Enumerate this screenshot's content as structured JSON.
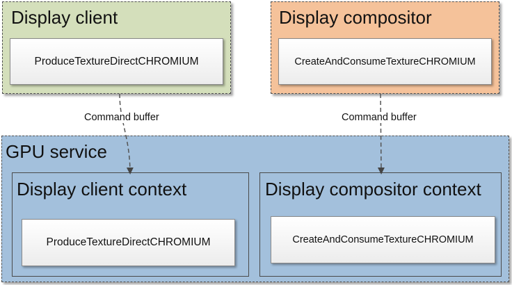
{
  "display_client": {
    "title": "Display client",
    "function": "ProduceTextureDirectCHROMIUM",
    "color": "#d4dfbb"
  },
  "display_compositor": {
    "title": "Display compositor",
    "function": "CreateAndConsumeTextureCHROMIUM",
    "color": "#f5c29a"
  },
  "gpu_service": {
    "title": "GPU service",
    "color": "#a3c0dc",
    "client_context": {
      "title": "Display client context",
      "function": "ProduceTextureDirectCHROMIUM"
    },
    "compositor_context": {
      "title": "Display compositor context",
      "function": "CreateAndConsumeTextureCHROMIUM"
    }
  },
  "connectors": {
    "left_label": "Command buffer",
    "right_label": "Command buffer"
  }
}
